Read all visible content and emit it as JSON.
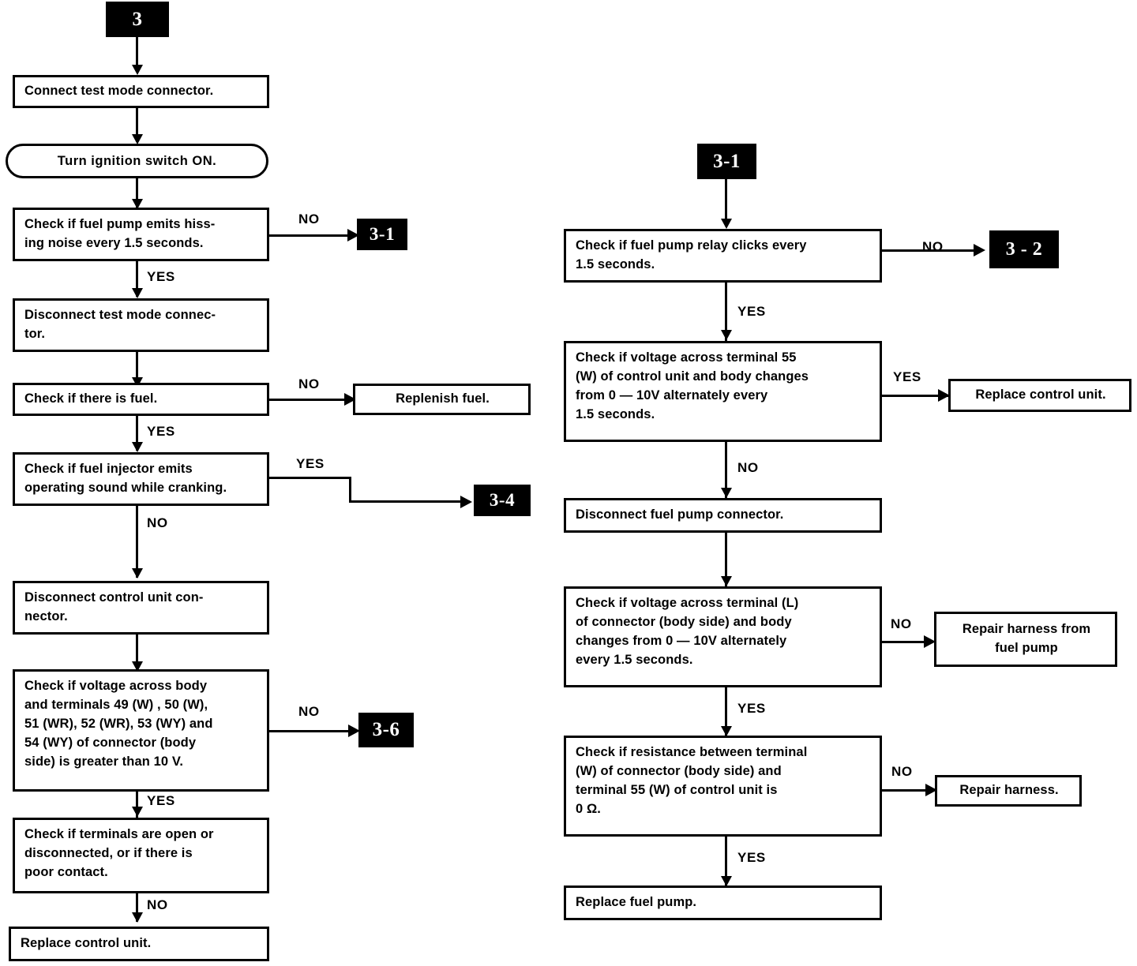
{
  "diagram": {
    "title": "Fuel pump diagnostic flowchart",
    "ink_color": "#000000",
    "paper_color": "#ffffff"
  },
  "left_column": {
    "entry_tag": "3",
    "nodes": {
      "connect_test_mode": "Connect test mode connector.",
      "turn_ignition": "Turn ignition switch ON.",
      "check_hissing": "Check if fuel pump emits hiss-\ning noise every 1.5 seconds.",
      "disconnect_test_mode": "Disconnect test mode connec-\ntor.",
      "check_fuel": "Check if there is fuel.",
      "replenish_fuel": "Replenish fuel.",
      "check_injector": "Check if fuel injector emits\noperating sound while cranking.",
      "disconnect_control_unit": "Disconnect control unit con-\nnector.",
      "check_voltage_terminals": "Check if voltage across body\nand terminals 49 (W) , 50 (W),\n51 (WR), 52 (WR), 53 (WY) and\n54 (WY) of connector (body\nside) is greater than 10 V.",
      "check_terminals_open": "Check if terminals are open or\ndisconnected, or if there is\npoor contact.",
      "replace_control_unit": "Replace control unit."
    },
    "tags": {
      "to_3_1": "3-1",
      "to_3_4": "3-4",
      "to_3_6": "3-6"
    },
    "labels": {
      "hissing_no": "NO",
      "hissing_yes": "YES",
      "fuel_no": "NO",
      "fuel_yes": "YES",
      "injector_yes": "YES",
      "injector_no": "NO",
      "voltage_no": "NO",
      "voltage_yes": "YES",
      "terminals_no": "NO"
    }
  },
  "right_column": {
    "entry_tag": "3-1",
    "nodes": {
      "check_relay_clicks": "Check if fuel pump relay clicks every\n1.5 seconds.",
      "check_voltage_55": "Check if voltage across terminal 55\n(W) of control unit and body changes\nfrom 0 — 10V alternately every\n1.5 seconds.",
      "replace_control_unit": "Replace control unit.",
      "disconnect_pump_connector": "Disconnect fuel pump connector.",
      "check_voltage_L": "Check if voltage across terminal (L)\nof connector (body side) and body\nchanges from 0 — 10V alternately\nevery 1.5 seconds.",
      "repair_harness_from_pump": "Repair harness from\nfuel pump",
      "check_resistance": "Check if resistance between terminal\n(W) of connector (body side) and\nterminal 55 (W) of control unit is\n0 Ω.",
      "repair_harness": "Repair harness.",
      "replace_fuel_pump": "Replace fuel pump."
    },
    "tags": {
      "to_3_2": "3 - 2"
    },
    "labels": {
      "relay_no": "NO",
      "relay_yes": "YES",
      "voltage55_yes": "YES",
      "voltage55_no": "NO",
      "voltageL_no": "NO",
      "voltageL_yes": "YES",
      "resistance_no": "NO",
      "resistance_yes": "YES"
    }
  },
  "chart_data": {
    "type": "diagram",
    "subtype": "flowchart",
    "title": "Fuel pump diagnostic flowchart (page 3)",
    "nodes": [
      {
        "id": "tag3",
        "shape": "terminator-black",
        "text": "3",
        "column": "left"
      },
      {
        "id": "L1",
        "shape": "rect",
        "text": "Connect test mode connector.",
        "column": "left"
      },
      {
        "id": "L2",
        "shape": "stadium",
        "text": "Turn ignition switch ON.",
        "column": "left"
      },
      {
        "id": "L3",
        "shape": "rect",
        "text": "Check if fuel pump emits hissing noise every 1.5 seconds.",
        "column": "left"
      },
      {
        "id": "L3a",
        "shape": "terminator-black",
        "text": "3-1",
        "column": "left"
      },
      {
        "id": "L4",
        "shape": "rect",
        "text": "Disconnect test mode connector.",
        "column": "left"
      },
      {
        "id": "L5",
        "shape": "rect",
        "text": "Check if there is fuel.",
        "column": "left"
      },
      {
        "id": "L5a",
        "shape": "rect",
        "text": "Replenish fuel.",
        "column": "left"
      },
      {
        "id": "L6",
        "shape": "rect",
        "text": "Check if fuel injector emits operating sound while cranking.",
        "column": "left"
      },
      {
        "id": "L6a",
        "shape": "terminator-black",
        "text": "3-4",
        "column": "left"
      },
      {
        "id": "L7",
        "shape": "rect",
        "text": "Disconnect control unit connector.",
        "column": "left"
      },
      {
        "id": "L8",
        "shape": "rect",
        "text": "Check if voltage across body and terminals 49 (W), 50 (W), 51 (WR), 52 (WR), 53 (WY) and 54 (WY) of connector (body side) is greater than 10 V.",
        "column": "left"
      },
      {
        "id": "L8a",
        "shape": "terminator-black",
        "text": "3-6",
        "column": "left"
      },
      {
        "id": "L9",
        "shape": "rect",
        "text": "Check if terminals are open or disconnected, or if there is poor contact.",
        "column": "left"
      },
      {
        "id": "L10",
        "shape": "rect",
        "text": "Replace control unit.",
        "column": "left"
      },
      {
        "id": "tag31",
        "shape": "terminator-black",
        "text": "3-1",
        "column": "right"
      },
      {
        "id": "R1",
        "shape": "rect",
        "text": "Check if fuel pump relay clicks every 1.5 seconds.",
        "column": "right"
      },
      {
        "id": "R1a",
        "shape": "terminator-black",
        "text": "3 - 2",
        "column": "right"
      },
      {
        "id": "R2",
        "shape": "rect",
        "text": "Check if voltage across terminal 55 (W) of control unit and body changes from 0 — 10V alternately every 1.5 seconds.",
        "column": "right"
      },
      {
        "id": "R2a",
        "shape": "rect",
        "text": "Replace control unit.",
        "column": "right"
      },
      {
        "id": "R3",
        "shape": "rect",
        "text": "Disconnect fuel pump connector.",
        "column": "right"
      },
      {
        "id": "R4",
        "shape": "rect",
        "text": "Check if voltage across terminal (L) of connector (body side) and body changes from 0 — 10V alternately every 1.5 seconds.",
        "column": "right"
      },
      {
        "id": "R4a",
        "shape": "rect",
        "text": "Repair harness from fuel pump",
        "column": "right"
      },
      {
        "id": "R5",
        "shape": "rect",
        "text": "Check if resistance between terminal (W) of connector (body side) and terminal 55 (W) of control unit is 0 Ω.",
        "column": "right"
      },
      {
        "id": "R5a",
        "shape": "rect",
        "text": "Repair harness.",
        "column": "right"
      },
      {
        "id": "R6",
        "shape": "rect",
        "text": "Replace fuel pump.",
        "column": "right"
      }
    ],
    "edges": [
      {
        "from": "tag3",
        "to": "L1",
        "label": ""
      },
      {
        "from": "L1",
        "to": "L2",
        "label": ""
      },
      {
        "from": "L2",
        "to": "L3",
        "label": ""
      },
      {
        "from": "L3",
        "to": "L3a",
        "label": "NO"
      },
      {
        "from": "L3",
        "to": "L4",
        "label": "YES"
      },
      {
        "from": "L4",
        "to": "L5",
        "label": ""
      },
      {
        "from": "L5",
        "to": "L5a",
        "label": "NO"
      },
      {
        "from": "L5",
        "to": "L6",
        "label": "YES"
      },
      {
        "from": "L6",
        "to": "L6a",
        "label": "YES"
      },
      {
        "from": "L6",
        "to": "L7",
        "label": "NO"
      },
      {
        "from": "L7",
        "to": "L8",
        "label": ""
      },
      {
        "from": "L8",
        "to": "L8a",
        "label": "NO"
      },
      {
        "from": "L8",
        "to": "L9",
        "label": "YES"
      },
      {
        "from": "L9",
        "to": "L10",
        "label": "NO"
      },
      {
        "from": "tag31",
        "to": "R1",
        "label": ""
      },
      {
        "from": "R1",
        "to": "R1a",
        "label": "NO"
      },
      {
        "from": "R1",
        "to": "R2",
        "label": "YES"
      },
      {
        "from": "R2",
        "to": "R2a",
        "label": "YES"
      },
      {
        "from": "R2",
        "to": "R3",
        "label": "NO"
      },
      {
        "from": "R3",
        "to": "R4",
        "label": ""
      },
      {
        "from": "R4",
        "to": "R4a",
        "label": "NO"
      },
      {
        "from": "R4",
        "to": "R5",
        "label": "YES"
      },
      {
        "from": "R5",
        "to": "R5a",
        "label": "NO"
      },
      {
        "from": "R5",
        "to": "R6",
        "label": "YES"
      }
    ]
  }
}
